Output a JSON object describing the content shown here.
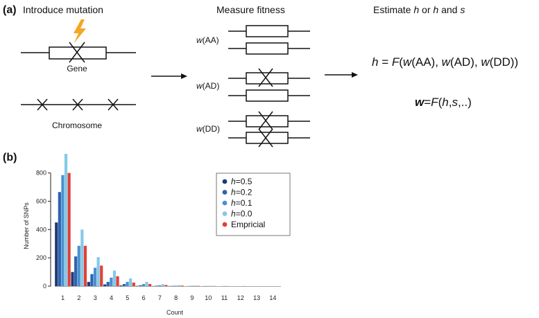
{
  "panel_a": {
    "label": "(a)",
    "step1_title": "Introduce mutation",
    "gene_label": "Gene",
    "chromosome_label": "Chromosome",
    "step2_title": "Measure fitness",
    "genotypes": [
      {
        "w": "w",
        "g": "(AA)"
      },
      {
        "w": "w",
        "g": "(AD)"
      },
      {
        "w": "w",
        "g": "(DD)"
      }
    ],
    "step3_title": {
      "pre": "Estimate ",
      "h1": "h",
      "mid": " or ",
      "h2": "h",
      "and": " and ",
      "s": "s"
    },
    "eq1": {
      "h": "h",
      "eq": " = ",
      "F": "F",
      "open": "(",
      "w1": "w",
      "a1": "(AA), ",
      "w2": "w",
      "a2": "(AD), ",
      "w3": "w",
      "a3": "(DD))"
    },
    "eq2": {
      "w": "w",
      "eq": "=",
      "F": "F",
      "open": "(",
      "h": "h",
      "comma": ",",
      "s": "s",
      "rest": ",..)"
    },
    "colors": {
      "bolt": "#f5a623"
    }
  },
  "panel_b": {
    "label": "(b)",
    "chart_data": {
      "type": "bar",
      "xlabel": "Count",
      "ylabel": "Number of SNPs",
      "ylim": [
        0,
        950
      ],
      "yticks": [
        0,
        200,
        400,
        600,
        800
      ],
      "categories": [
        "1",
        "2",
        "3",
        "4",
        "5",
        "6",
        "7",
        "8",
        "9",
        "10",
        "11",
        "12",
        "13",
        "14"
      ],
      "series": [
        {
          "name": "h=0.5",
          "italic": "h",
          "rest": "=0.5",
          "color": "#1f3b73",
          "values": [
            450,
            100,
            30,
            12,
            5,
            2,
            1,
            1,
            0,
            0,
            0,
            0,
            0,
            0
          ]
        },
        {
          "name": "h=0.2",
          "italic": "h",
          "rest": "=0.2",
          "color": "#2f63ad",
          "values": [
            665,
            210,
            85,
            30,
            15,
            6,
            3,
            2,
            1,
            1,
            0,
            0,
            0,
            0
          ]
        },
        {
          "name": "h=0.1",
          "italic": "h",
          "rest": "=0.1",
          "color": "#4a90d0",
          "values": [
            785,
            285,
            130,
            60,
            30,
            15,
            6,
            3,
            2,
            1,
            1,
            0,
            0,
            0
          ]
        },
        {
          "name": "h=0.0",
          "italic": "h",
          "rest": "=0.0",
          "color": "#86c9e8",
          "values": [
            935,
            400,
            205,
            110,
            55,
            30,
            14,
            7,
            4,
            2,
            1,
            1,
            0,
            0
          ]
        },
        {
          "name": "Empricial",
          "italic": "",
          "rest": "Empricial",
          "color": "#e0413a",
          "values": [
            800,
            285,
            145,
            70,
            25,
            15,
            8,
            4,
            2,
            1,
            0,
            0,
            0,
            0
          ]
        }
      ],
      "legend_position": "top-right"
    }
  }
}
